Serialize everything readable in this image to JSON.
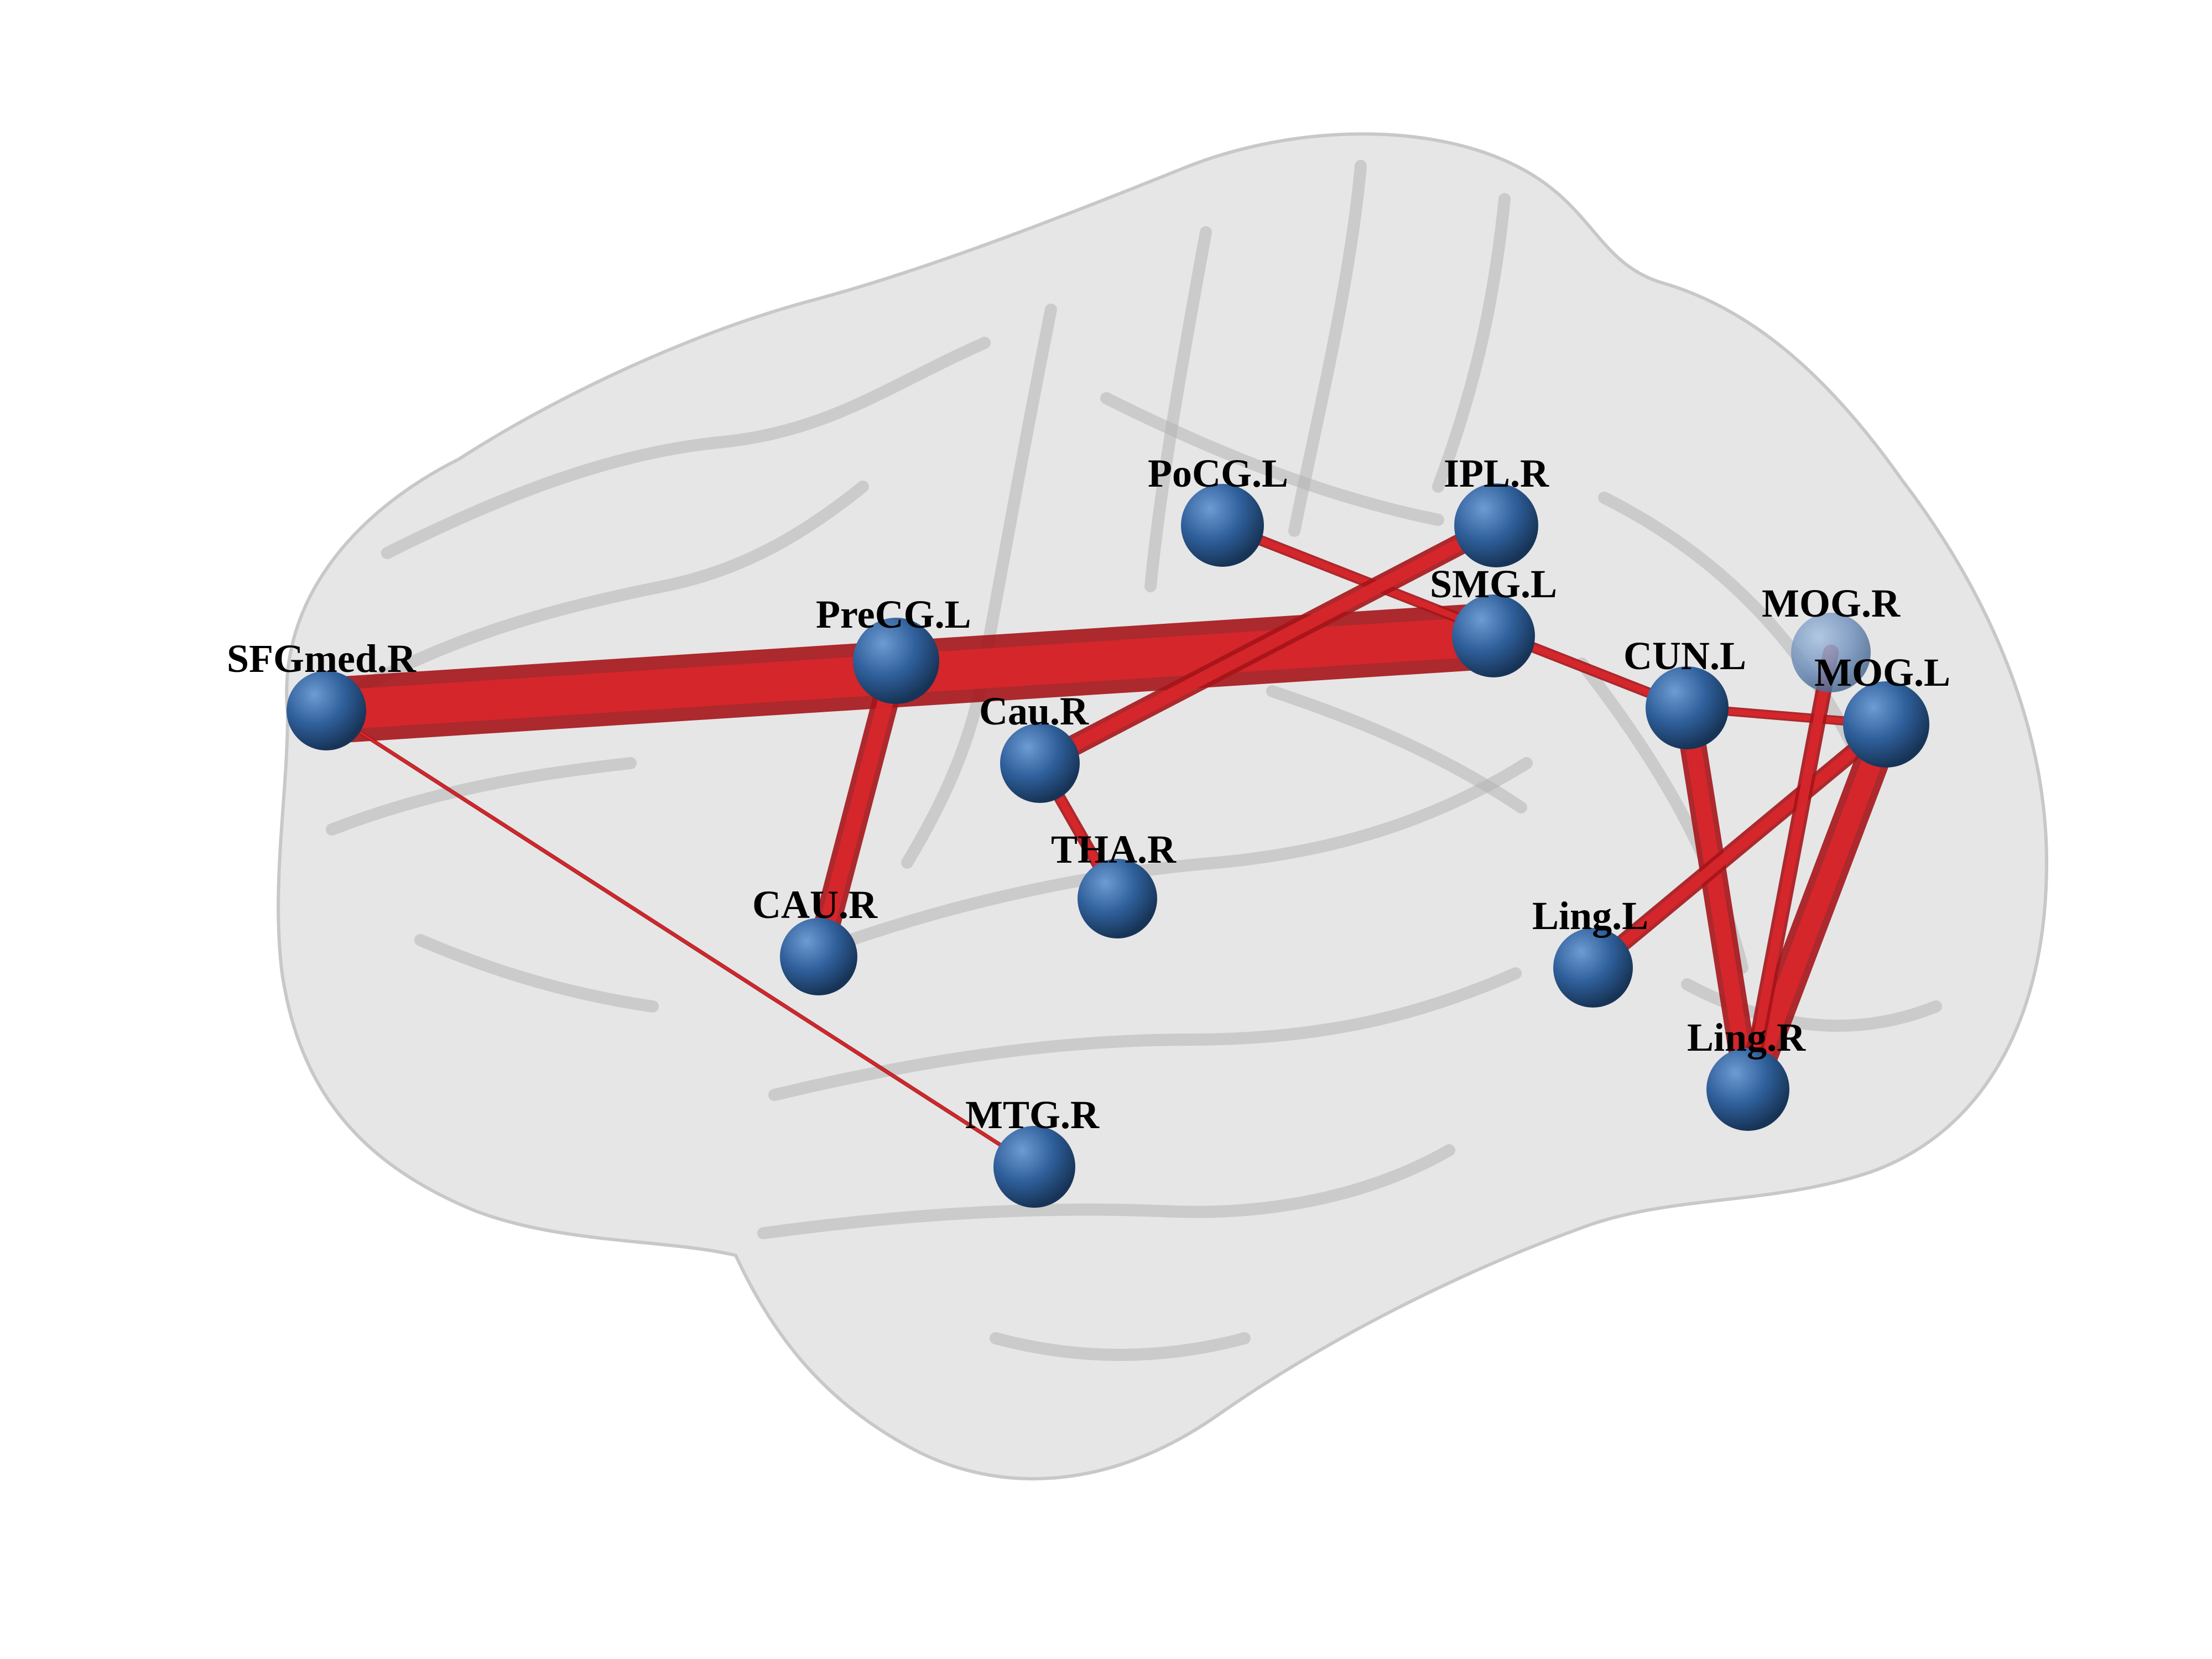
{
  "colors": {
    "background": "#ffffff",
    "brain_fill": "#dcdcdc",
    "brain_fold": "#b9b9b9",
    "edge": "#d6262b",
    "edge_dark": "#a51418",
    "node": "#2f5f9a",
    "node_highlight": "#6d9bd3",
    "label": "#000000"
  },
  "nodes": [
    {
      "id": "SFGmed.R",
      "label": "SFGmed.R"
    },
    {
      "id": "PreCG.L",
      "label": "PreCG.L"
    },
    {
      "id": "PoCG.L",
      "label": "PoCG.L"
    },
    {
      "id": "IPL.R",
      "label": "IPL.R"
    },
    {
      "id": "SMG.L",
      "label": "SMG.L"
    },
    {
      "id": "Cau.R",
      "label": "Cau.R"
    },
    {
      "id": "THA.R",
      "label": "THA.R"
    },
    {
      "id": "CAU.R",
      "label": "CAU.R"
    },
    {
      "id": "MTG.R",
      "label": "MTG.R"
    },
    {
      "id": "CUN.L",
      "label": "CUN.L"
    },
    {
      "id": "MOG.R",
      "label": "MOG.R"
    },
    {
      "id": "MOG.L",
      "label": "MOG.L"
    },
    {
      "id": "Ling.L",
      "label": "Ling.L"
    },
    {
      "id": "Ling.R",
      "label": "Ling.R"
    }
  ],
  "edges": [
    {
      "source": "SFGmed.R",
      "target": "SMG.L",
      "strength": 5
    },
    {
      "source": "PreCG.L",
      "target": "CAU.R",
      "strength": 2
    },
    {
      "source": "SFGmed.R",
      "target": "MTG.R",
      "strength": 0.3
    },
    {
      "source": "PoCG.L",
      "target": "CUN.L",
      "strength": 0.8
    },
    {
      "source": "CUN.L",
      "target": "MOG.L",
      "strength": 0.7
    },
    {
      "source": "IPL.R",
      "target": "Cau.R",
      "strength": 1.6
    },
    {
      "source": "Cau.R",
      "target": "THA.R",
      "strength": 0.9
    },
    {
      "source": "CUN.L",
      "target": "Ling.R",
      "strength": 2
    },
    {
      "source": "MOG.L",
      "target": "Ling.R",
      "strength": 2.6
    },
    {
      "source": "MOG.L",
      "target": "Ling.L",
      "strength": 1.3
    },
    {
      "source": "MOG.R",
      "target": "Ling.R",
      "strength": 1.2
    }
  ]
}
